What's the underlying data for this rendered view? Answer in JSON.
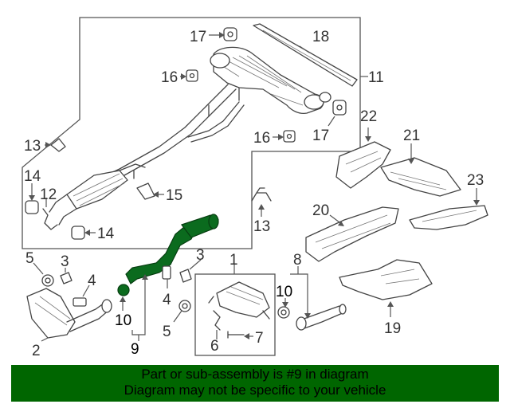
{
  "callouts": {
    "c1": "1",
    "c2": "2",
    "c3a": "3",
    "c3b": "3",
    "c4a": "4",
    "c4b": "4",
    "c5a": "5",
    "c5b": "5",
    "c6": "6",
    "c7": "7",
    "c8": "8",
    "c9": "9",
    "c10a": "10",
    "c10b": "10",
    "c11": "11",
    "c12": "12",
    "c13a": "13",
    "c13b": "13",
    "c14a": "14",
    "c14b": "14",
    "c15": "15",
    "c16a": "16",
    "c16b": "16",
    "c17a": "17",
    "c17b": "17",
    "c18": "18",
    "c19": "19",
    "c20": "20",
    "c21": "21",
    "c22": "22",
    "c23": "23"
  },
  "highlight_color": "#0b6b1e",
  "footer": {
    "line1": "Part or sub-assembly is #9 in diagram",
    "line2": "Diagram may not be specific to your vehicle"
  }
}
